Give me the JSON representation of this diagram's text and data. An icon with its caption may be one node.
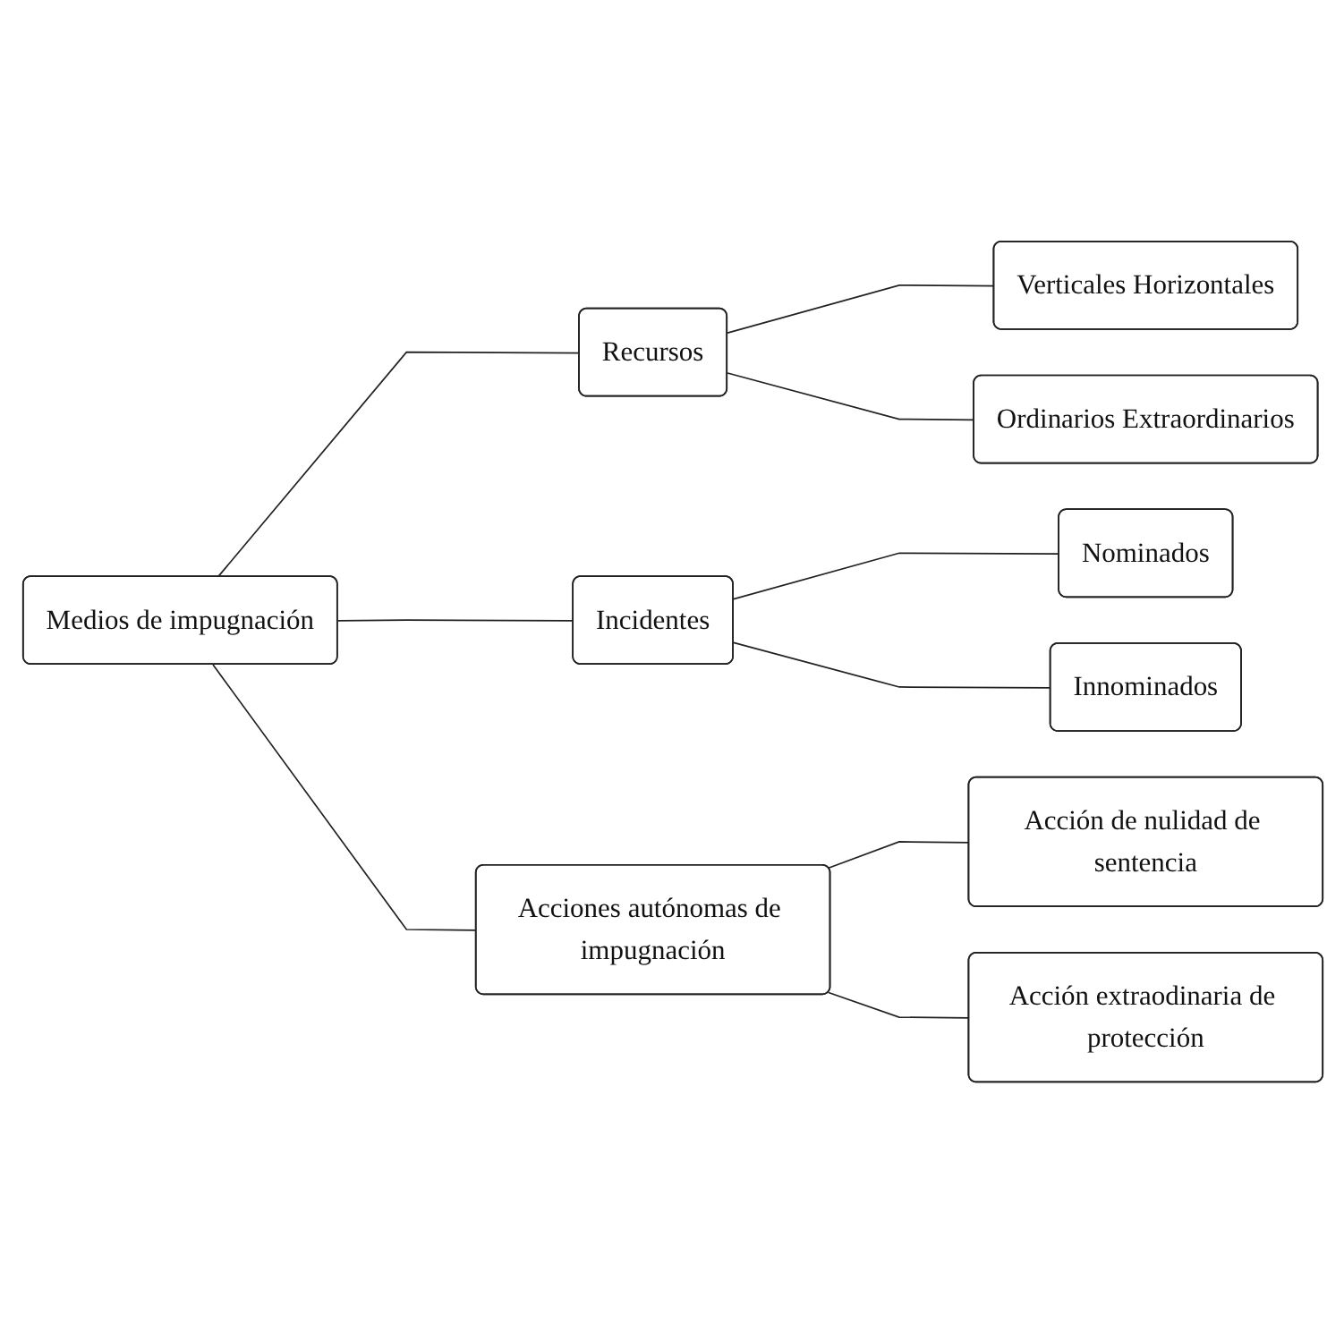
{
  "diagram": {
    "nodes": [
      {
        "text": [
          "Medios de impugnación"
        ]
      },
      {
        "text": [
          "Recursos"
        ]
      },
      {
        "text": [
          "Incidentes"
        ]
      },
      {
        "text": [
          "Acciones autónomas de impugnación"
        ]
      },
      {
        "text": [
          "Verticales Horizontales"
        ]
      },
      {
        "text": [
          "Ordinarios Extraordinarios"
        ]
      },
      {
        "text": [
          "Nominados"
        ]
      },
      {
        "text": [
          "Innominados"
        ]
      },
      {
        "text": [
          "Acción de nulidad de sentencia"
        ]
      },
      {
        "text": [
          "Acción extraodinaria de protección"
        ]
      }
    ],
    "edges": [
      {
        "from": 0,
        "to": 1,
        "arrow": "none"
      },
      {
        "from": 0,
        "to": 2,
        "arrow": "none"
      },
      {
        "from": 0,
        "to": 3,
        "arrow": "none"
      },
      {
        "from": 1,
        "to": 4,
        "arrow": "none"
      },
      {
        "from": 1,
        "to": 5,
        "arrow": "none"
      },
      {
        "from": 2,
        "to": 6,
        "arrow": "none"
      },
      {
        "from": 2,
        "to": 7,
        "arrow": "none"
      },
      {
        "from": 3,
        "to": 8,
        "arrow": "none"
      },
      {
        "from": 3,
        "to": 9,
        "arrow": "none"
      }
    ]
  }
}
